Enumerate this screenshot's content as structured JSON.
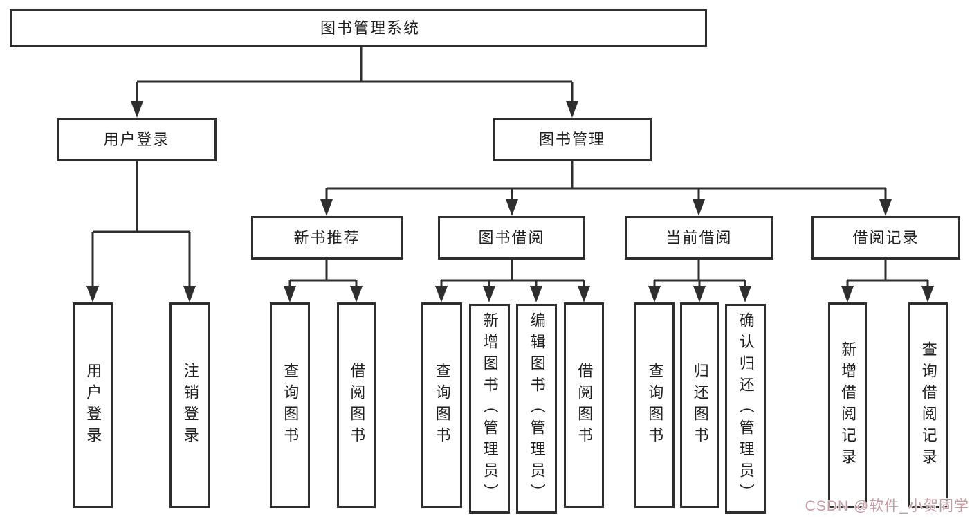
{
  "theme": {
    "line_color": "#2e2e2e",
    "box_border_color": "#2e2e2e",
    "text_color": "#1f1f1f",
    "background_color": "#ffffff",
    "watermark_color": "#c59aa0"
  },
  "root": {
    "label": "图书管理系统"
  },
  "branches": [
    {
      "label": "用户登录",
      "children": [
        {
          "label": "用户登录"
        },
        {
          "label": "注销登录"
        }
      ]
    },
    {
      "label": "图书管理",
      "children": [
        {
          "label": "新书推荐",
          "children": [
            {
              "label": "查询图书"
            },
            {
              "label": "借阅图书"
            }
          ]
        },
        {
          "label": "图书借阅",
          "children": [
            {
              "label": "查询图书"
            },
            {
              "label": "新增图书（管理员）"
            },
            {
              "label": "编辑图书（管理员）"
            },
            {
              "label": "借阅图书"
            }
          ]
        },
        {
          "label": "当前借阅",
          "children": [
            {
              "label": "查询图书"
            },
            {
              "label": "归还图书"
            },
            {
              "label": "确认归还（管理员）"
            }
          ]
        },
        {
          "label": "借阅记录",
          "children": [
            {
              "label": "新增借阅记录"
            },
            {
              "label": "查询借阅记录"
            }
          ]
        }
      ]
    }
  ],
  "watermark": {
    "text": "CSDN @软件_小贺同学"
  }
}
